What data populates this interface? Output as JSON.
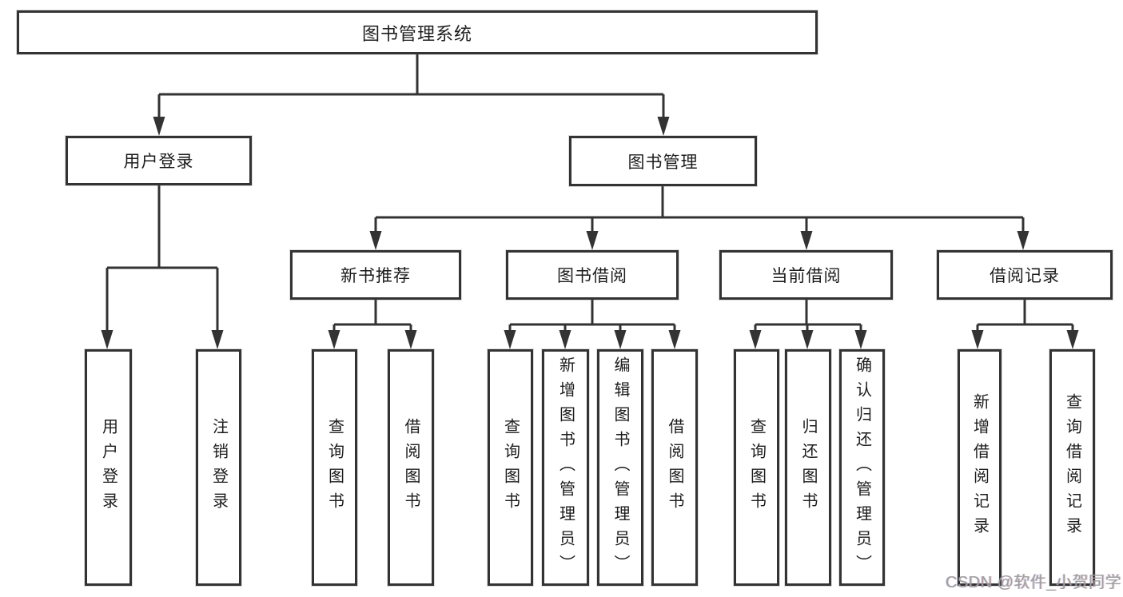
{
  "tree": {
    "root": {
      "label": "图书管理系统"
    },
    "branches": [
      {
        "label": "用户登录",
        "children": [
          {
            "label": "用户登录"
          },
          {
            "label": "注销登录"
          }
        ]
      },
      {
        "label": "图书管理",
        "children": [
          {
            "label": "新书推荐",
            "children": [
              {
                "label": "查询图书"
              },
              {
                "label": "借阅图书"
              }
            ]
          },
          {
            "label": "图书借阅",
            "children": [
              {
                "label": "查询图书"
              },
              {
                "label": "新增图书（管理员）"
              },
              {
                "label": "编辑图书（管理员）"
              },
              {
                "label": "借阅图书"
              }
            ]
          },
          {
            "label": "当前借阅",
            "children": [
              {
                "label": "查询图书"
              },
              {
                "label": "归还图书"
              },
              {
                "label": "确认归还（管理员）"
              }
            ]
          },
          {
            "label": "借阅记录",
            "children": [
              {
                "label": "新增借阅记录"
              },
              {
                "label": "查询借阅记录"
              }
            ]
          }
        ]
      }
    ]
  },
  "watermark": {
    "text": "CSDN @软件_小贺同学"
  },
  "colors": {
    "line": "#333333",
    "box_border": "#333333",
    "text": "#1c1c1c",
    "background": "#ffffff",
    "watermark": "#9e9e9e"
  }
}
